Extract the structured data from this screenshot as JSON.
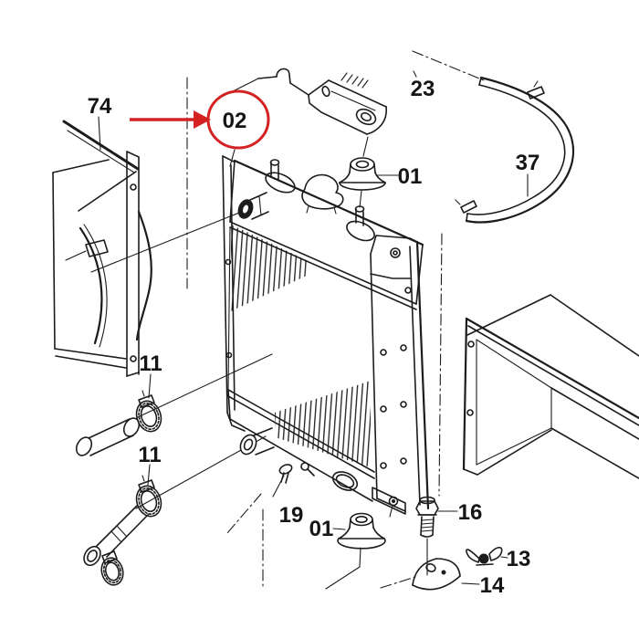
{
  "diagram": {
    "background": "#ffffff",
    "ink_color": "#1c1c1c",
    "highlight": {
      "color": "#d42222",
      "target_part": "02",
      "style": "red-arrow-and-ellipse"
    },
    "labels": [
      {
        "part": "74"
      },
      {
        "part": "02"
      },
      {
        "part": "23"
      },
      {
        "part": "01"
      },
      {
        "part": "37"
      },
      {
        "part": "11"
      },
      {
        "part": "11"
      },
      {
        "part": "19"
      },
      {
        "part": "01"
      },
      {
        "part": "16"
      },
      {
        "part": "13"
      },
      {
        "part": "14"
      }
    ]
  }
}
